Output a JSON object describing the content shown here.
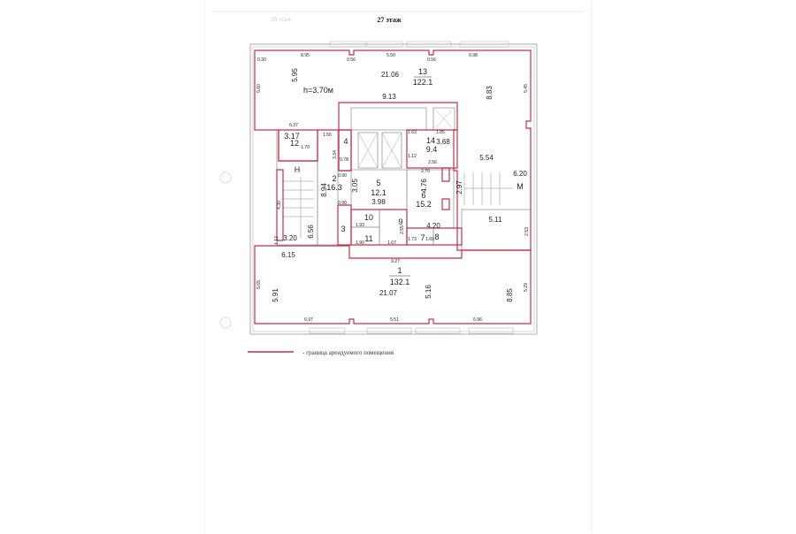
{
  "header": {
    "title": "27 этаж",
    "faint_title": "28 этаж"
  },
  "legend": {
    "text": "- граница арендуемого помещения",
    "color": "#c4314b"
  },
  "rooms": [
    {
      "num": "13",
      "area": "122.1"
    },
    {
      "num": "12",
      "area": "3.17"
    },
    {
      "num": "4"
    },
    {
      "num": "14",
      "area": "9.4"
    },
    {
      "num": "2",
      "area": "16.3"
    },
    {
      "num": "5",
      "area": "12.1"
    },
    {
      "num": "6",
      "area": "15.2"
    },
    {
      "num": "10"
    },
    {
      "num": "9"
    },
    {
      "num": "11"
    },
    {
      "num": "7"
    },
    {
      "num": "8"
    },
    {
      "num": "3"
    },
    {
      "num": "1",
      "area": "132.1"
    }
  ],
  "stairs": [
    "Н",
    "М"
  ],
  "ceiling_height": "h=3.70м",
  "dims": [
    "21.06",
    "5.95",
    "9.13",
    "8.83",
    "6.37",
    "1.70",
    "1.56",
    "3.68",
    "5.54",
    "6.20",
    "8.94",
    "3.05",
    "3.98",
    "4.76",
    "2.97",
    "4.20",
    "5.11",
    "3.20",
    "6.56",
    "6.15",
    "9.27",
    "21.07",
    "5.91",
    "5.16",
    "8.85"
  ],
  "small_dims": [
    "8.95",
    "5.50",
    "6.98",
    "0.56",
    "0.56",
    "0.30",
    "6.97",
    "5.51",
    "6.96",
    "5.60",
    "5.45",
    "5.65",
    "5.29",
    "1.63",
    "1.85",
    "1.12",
    "2.56",
    "2.70",
    "0.90",
    "0.90",
    "0.78",
    "3.34",
    "1.93",
    "1.90",
    "1.67",
    "1.73",
    "1.60",
    "2.55",
    "2.53",
    "1.12",
    "4.30"
  ]
}
